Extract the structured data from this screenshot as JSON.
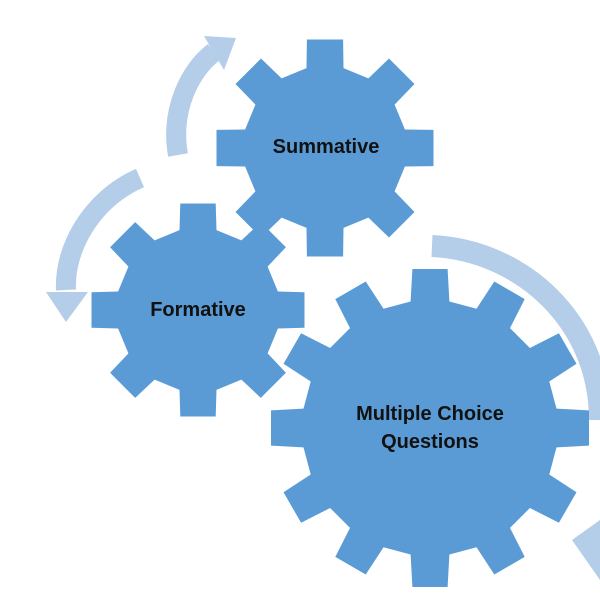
{
  "diagram": {
    "colors": {
      "gear": "#5b9bd5",
      "arrow": "#b4cde9",
      "text": "#111111",
      "background": "#ffffff"
    },
    "gears": {
      "summative": {
        "label": "Summative"
      },
      "formative": {
        "label": "Formative"
      },
      "mcq": {
        "line1": "Multiple Choice",
        "line2": "Questions"
      }
    }
  }
}
